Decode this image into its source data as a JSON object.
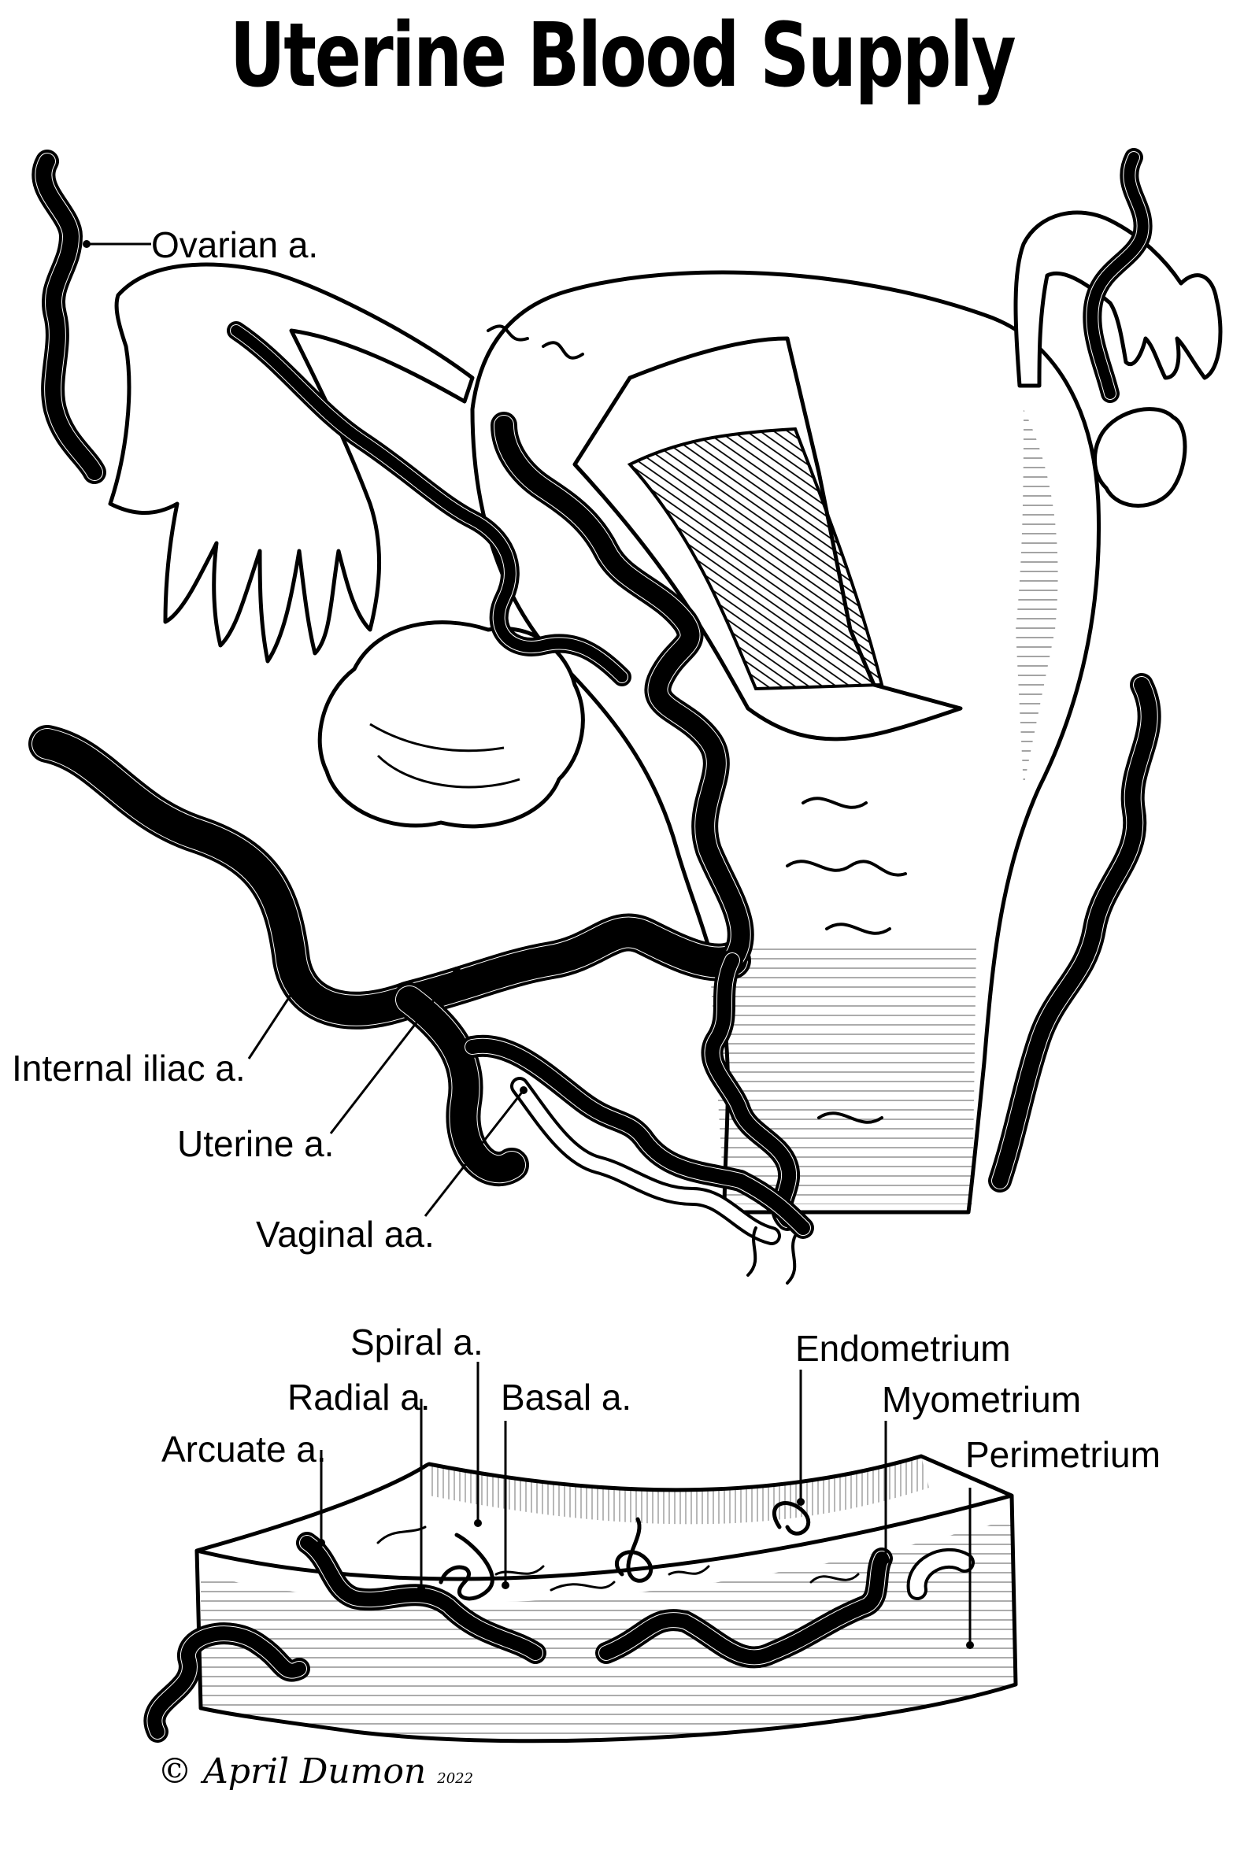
{
  "title": "Uterine Blood Supply",
  "labels": {
    "ovarian": "Ovarian a.",
    "internal_iliac": "Internal iliac a.",
    "uterine": "Uterine a.",
    "vaginal": "Vaginal aa.",
    "spiral": "Spiral a.",
    "radial": "Radial a.",
    "basal": "Basal a.",
    "arcuate": "Arcuate a.",
    "endometrium": "Endometrium",
    "myometrium": "Myometrium",
    "perimetrium": "Perimetrium"
  },
  "signature": "April Dumon",
  "signature_year": "2022",
  "colors": {
    "ink": "#000000",
    "paper": "#ffffff"
  }
}
